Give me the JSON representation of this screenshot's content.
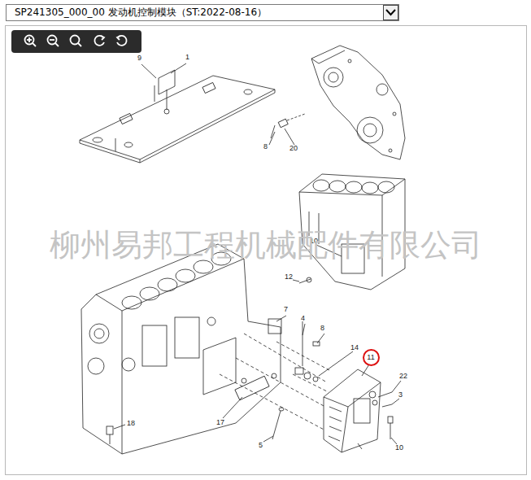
{
  "diagram": {
    "title": "SP241305_000_00 发动机控制模块（ST:2022-08-16）",
    "nodes": [
      {
        "text": [
          "11"
        ]
      }
    ],
    "labels": [
      "9",
      "1",
      "8",
      "20",
      "10",
      "12",
      "7",
      "4",
      "8",
      "14",
      "22",
      "3",
      "18",
      "17",
      "5",
      "10",
      "柳州易邦工程机械配件有限公司"
    ]
  }
}
